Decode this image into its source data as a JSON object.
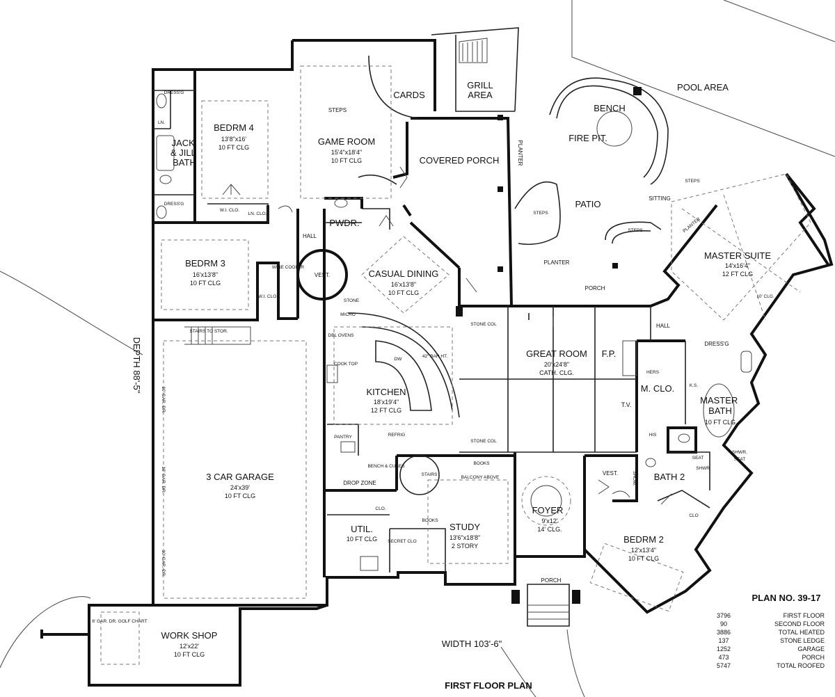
{
  "rooms": {
    "pool_area": {
      "name": "POOL AREA"
    },
    "bedrm4": {
      "name": "BEDRM 4",
      "size": "13'8\"x16'",
      "ceiling": "10 FT CLG"
    },
    "game_room": {
      "name": "GAME ROOM",
      "size": "15'4\"x18'4\"",
      "ceiling": "10 FT CLG"
    },
    "cards": {
      "name": "CARDS"
    },
    "grill_area": {
      "name": "GRILL AREA"
    },
    "covered_porch": {
      "name": "COVERED PORCH"
    },
    "fire_pit": {
      "name": "FIRE PIT."
    },
    "bench": {
      "name": "BENCH"
    },
    "patio": {
      "name": "PATIO"
    },
    "sitting": {
      "name": "SITTING"
    },
    "jack_jill_bath": {
      "line1": "JACK",
      "line2": "& JILL",
      "line3": "BATH"
    },
    "pwdr": {
      "name": "PWDR."
    },
    "hall_left": {
      "name": "HALL"
    },
    "bedrm3": {
      "name": "BEDRM 3",
      "size": "16'x13'8\"",
      "ceiling": "10 FT CLG"
    },
    "vest_left": {
      "name": "VEST."
    },
    "casual_dining": {
      "name": "CASUAL DINING",
      "size": "16'x13'8\"",
      "ceiling": "10 FT CLG"
    },
    "master_suite": {
      "name": "MASTER SUITE",
      "size": "14'x16'4\"",
      "ceiling": "12 FT CLG"
    },
    "great_room": {
      "name": "GREAT ROOM",
      "size": "20'x24'8\"",
      "ceiling": "CATH. CLG."
    },
    "kitchen": {
      "name": "KITCHEN",
      "size": "18'x19'4\"",
      "ceiling": "12 FT CLG"
    },
    "fp": {
      "name": "F.P."
    },
    "m_clo": {
      "name": "M. CLO."
    },
    "tv": {
      "name": "T.V."
    },
    "master_bath": {
      "line1": "MASTER",
      "line2": "BATH",
      "ceiling": "10 FT CLG"
    },
    "hall_right": {
      "name": "HALL"
    },
    "dressg_master": {
      "name": "DRESS'G"
    },
    "garage": {
      "name": "3 CAR GARAGE",
      "size": "24'x39'",
      "ceiling": "10 FT CLG"
    },
    "pantry": {
      "name": "PANTRY"
    },
    "drop_zone": {
      "name": "DROP ZONE"
    },
    "util": {
      "name": "UTIL.",
      "ceiling": "10 FT CLG"
    },
    "study": {
      "name": "STUDY",
      "size": "13'6\"x18'8\"",
      "ceiling": "2 STORY"
    },
    "foyer": {
      "name": "FOYER",
      "size": "9'x12'",
      "ceiling": "14' CLG."
    },
    "vest_right": {
      "name": "VEST."
    },
    "bath2": {
      "name": "BATH 2"
    },
    "bedrm2": {
      "name": "BEDRM 2",
      "size": "12'x13'4\"",
      "ceiling": "10 FT CLG"
    },
    "porch_front": {
      "name": "PORCH"
    },
    "porch_rear": {
      "name": "PORCH"
    },
    "work_shop": {
      "name": "WORK SHOP",
      "size": "12'x22'",
      "ceiling": "10 FT CLG"
    }
  },
  "small_labels": {
    "dressg_top": "DRESS'G",
    "dressg_mid": "DRESS'G",
    "ln": "LN.",
    "wi_clo": "W.I. CLO.",
    "ln_clo": "LN. CLO.",
    "wine_cooler": "WINE COOLER",
    "wi_clo_small": "W.I. CLO.",
    "stairs_storage": "STAIRS TO STOR.",
    "steps_game": "STEPS",
    "steps_patio": "STEPS",
    "steps_patio2": "STEPS",
    "steps_bottom": "STEPS",
    "planter_vertical": "PLANTER",
    "planter_bottom": "PLANTER",
    "planter_diag": "PLANTER",
    "stone_col_1": "STONE COL",
    "stone_col_2": "STONE COL",
    "stone": "STONE",
    "micro": "MICRO",
    "dbl_ovens": "DBL OVENS",
    "cook_top": "COOK TOP",
    "dw": "DW",
    "bar": "42\" BAR HT.",
    "refrig": "REFRIG",
    "books_1": "BOOKS",
    "books_2": "BOOKS",
    "balcony": "BALCONY ABOVE",
    "stairs": "STAIRS",
    "bench_cubes": "BENCH & CUBES",
    "clo_util": "CLO.",
    "secret_clo": "SECRET CLO",
    "hers": "HERS",
    "his": "HIS",
    "ks": "K.S.",
    "seat1": "SEAT",
    "seat2": "SEAT",
    "shwr1": "SHWR",
    "shwr2": "SHWR.",
    "show": "SHOW.",
    "clo_bed2": "CLO",
    "ceiling_master": "10' CLG.",
    "golf_chart": "6' GAR. DR. GOLF CHART",
    "gar_dr_1": "10' GAR. DR.",
    "gar_dr_2": "10' GAR. DR.",
    "gar_dr_3": "10' GAR. DR."
  },
  "dimensions": {
    "width": "WIDTH 103'-6\"",
    "depth": "DEPTH 88'-5\""
  },
  "plan_title": "FIRST FLOOR PLAN",
  "plan_number": "PLAN NO. 39-17",
  "area_table": [
    {
      "label": "FIRST FLOOR",
      "value": "3796"
    },
    {
      "label": "SECOND FLOOR",
      "value": "90"
    },
    {
      "label": "TOTAL HEATED",
      "value": "3886"
    },
    {
      "label": "STONE LEDGE",
      "value": "137"
    },
    {
      "label": "GARAGE",
      "value": "1252"
    },
    {
      "label": "PORCH",
      "value": "473"
    },
    {
      "label": "TOTAL ROOFED",
      "value": "5747"
    }
  ]
}
